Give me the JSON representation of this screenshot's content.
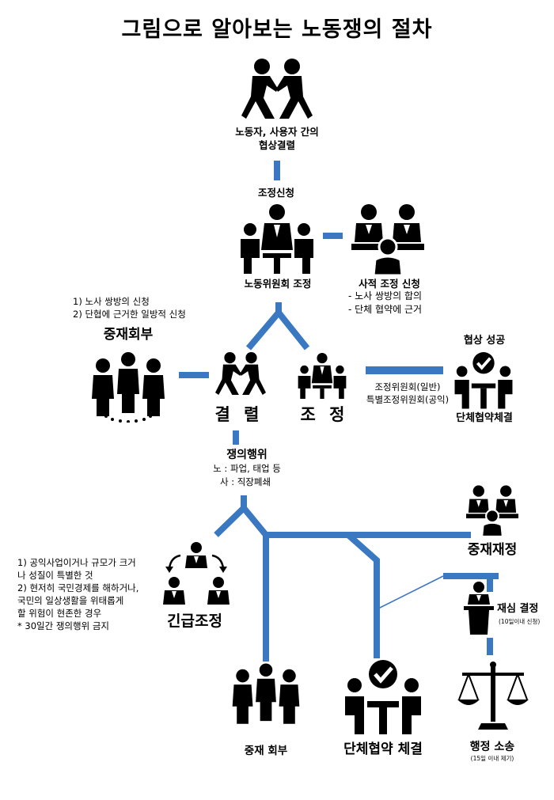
{
  "title": "그림으로 알아보는 노동쟁의 절차",
  "nodes": {
    "negotiation": {
      "label_line1": "노동자, 사용자 간의",
      "label_line2": "협상결렬"
    },
    "mediation_request": {
      "label": "조정신청"
    },
    "labor_committee": {
      "label": "노동위원회 조정"
    },
    "private_mediation": {
      "label": "사적 조정 신청",
      "items": [
        "-   노사 쌍방의 합의",
        "-   단체 협약에 근거"
      ]
    },
    "arbitration_conditions": {
      "items": [
        "1)    노사 쌍방의 신청",
        "2)    단협에 근거한 일방적 신청"
      ]
    },
    "arbitration_refer": {
      "label": "중재회부"
    },
    "breakdown": {
      "label": "결 렬"
    },
    "mediation": {
      "label": "조 정"
    },
    "committees": {
      "line1": "조정위원회(일반)",
      "line2": "특별조정위원회(공익)"
    },
    "success": {
      "label": "협상 성공",
      "sub": "단체협약체결"
    },
    "dispute_action": {
      "label": "쟁의행위",
      "line1": "노 : 파업, 태업 등",
      "line2": "사 : 직장폐쇄"
    },
    "emergency": {
      "label": "긴급조정",
      "items": [
        "1) 공익사업이거나 규모가 크거",
        "    나 성질이 특별한 것",
        "2) 현저히 국민경제를 해하거나,",
        "    국민의 일상생활을 위태롭게",
        "    할 위험이 현존한 경우",
        "* 30일간 쟁의행위 금지"
      ]
    },
    "arbitration_ruling": {
      "label": "중재재정"
    },
    "review": {
      "label": "재심 결정",
      "sub": "(10일이내 신청)"
    },
    "arbitration_refer2": {
      "label": "중재 회부"
    },
    "agreement": {
      "label": "단체협약 체결"
    },
    "lawsuit": {
      "label": "행정 소송",
      "sub": "(15일 이내 제기)"
    }
  },
  "colors": {
    "connector": "#3a78c2",
    "icon": "#000000",
    "background": "#ffffff"
  }
}
